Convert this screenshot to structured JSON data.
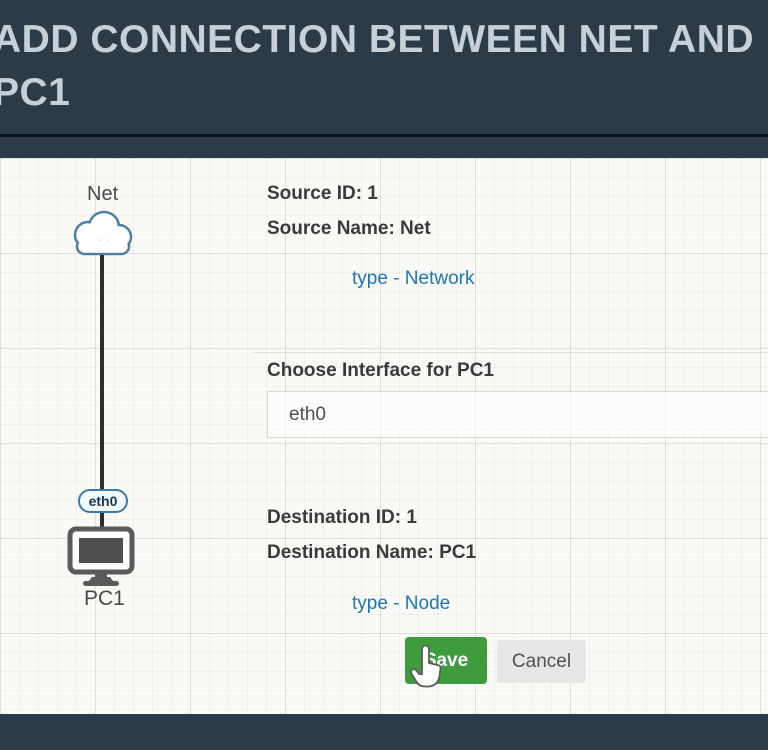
{
  "header": {
    "title": "ADD CONNECTION BETWEEN NET AND PC1"
  },
  "diagram": {
    "source_label": "Net",
    "interface_badge": "eth0",
    "destination_label": "PC1",
    "icons": [
      "cloud-icon",
      "pc-monitor-icon",
      "connection-line"
    ]
  },
  "details": {
    "source_id": "Source ID: 1",
    "source_name": "Source Name: Net",
    "source_type_link": "type - Network",
    "interface_prompt": "Choose Interface for PC1",
    "interface_value": "eth0",
    "destination_id": "Destination ID: 1",
    "destination_name": "Destination Name: PC1",
    "destination_type_link": "type - Node"
  },
  "actions": {
    "save": "Save",
    "cancel": "Cancel"
  },
  "cursor": {
    "icon": "hand-pointer-cursor"
  },
  "colors": {
    "header_bg": "#2c3b48",
    "header_text": "#c7d0d7",
    "body_bg": "#f9f9f6",
    "link_blue": "#1f76b4",
    "save_green": "#3e9c3d",
    "cancel_gray": "#e7e7e5",
    "badge_border": "#3b79a8",
    "cloud_stroke": "#4c7fa0",
    "node_gray": "#5a5a5a"
  }
}
